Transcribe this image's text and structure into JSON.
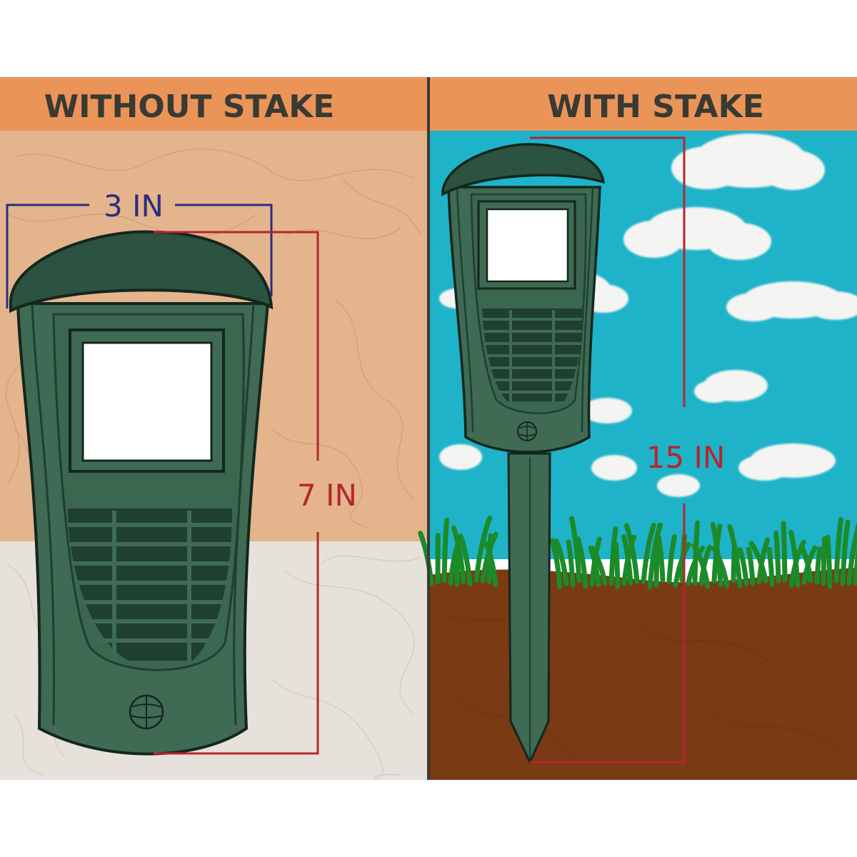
{
  "panels": {
    "left": {
      "header": "WITHOUT STAKE"
    },
    "right": {
      "header": "WITH STAKE"
    }
  },
  "dimensions": {
    "width_label": "3 IN",
    "height_without_stake": "7 IN",
    "height_with_stake": "15 IN"
  },
  "colors": {
    "header_band": "#eb9458",
    "header_text": "#3a3a34",
    "device_body": "#3f6a54",
    "device_dark": "#1f3f30",
    "width_line": "#2a2d80",
    "height_line": "#b5262e",
    "sky": "#1fb3c9",
    "grass": "#1d8a2a",
    "soil": "#7a3a14",
    "wall": "#e4b48d",
    "floor": "#e6e1da"
  },
  "icons": [
    "globe-logo-icon"
  ]
}
